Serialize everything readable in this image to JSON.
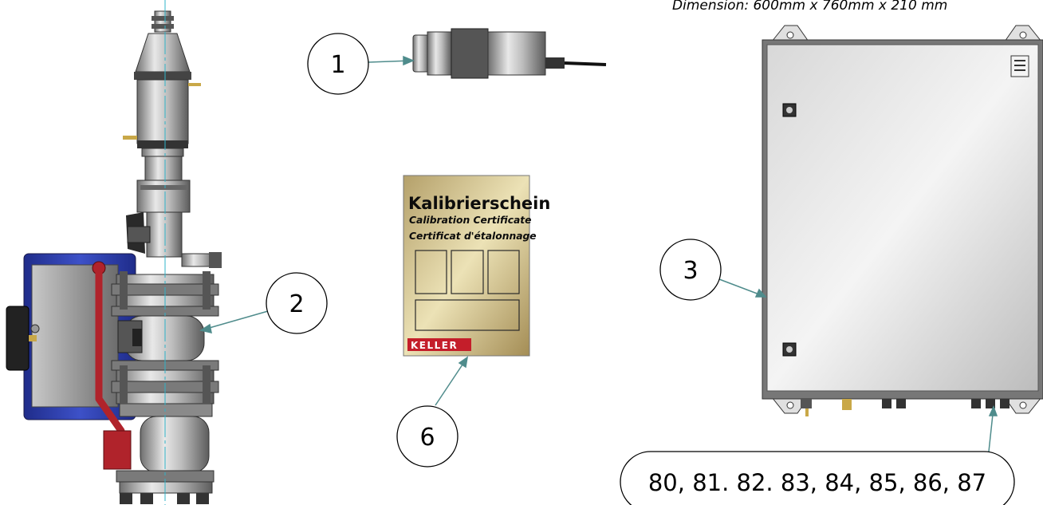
{
  "dimension_note": "Dimension: 600mm x 760mm x 210 mm",
  "callouts": {
    "c1": "1",
    "c2": "2",
    "c3": "3",
    "c6": "6"
  },
  "certificate": {
    "title": "Kalibrierschein",
    "subtitle_en": "Calibration Certificate",
    "subtitle_fr": "Certificat d'étalonnage",
    "logo": "KELLER"
  },
  "bottom_label": "80, 81. 82. 83, 84, 85, 86, 87",
  "colors": {
    "actuator_blue": "#2e3fae",
    "lever_red": "#b0232b",
    "logo_red": "#c41e2a",
    "leader_teal": "#4f8c8c",
    "steel": "#a8a8a8"
  }
}
